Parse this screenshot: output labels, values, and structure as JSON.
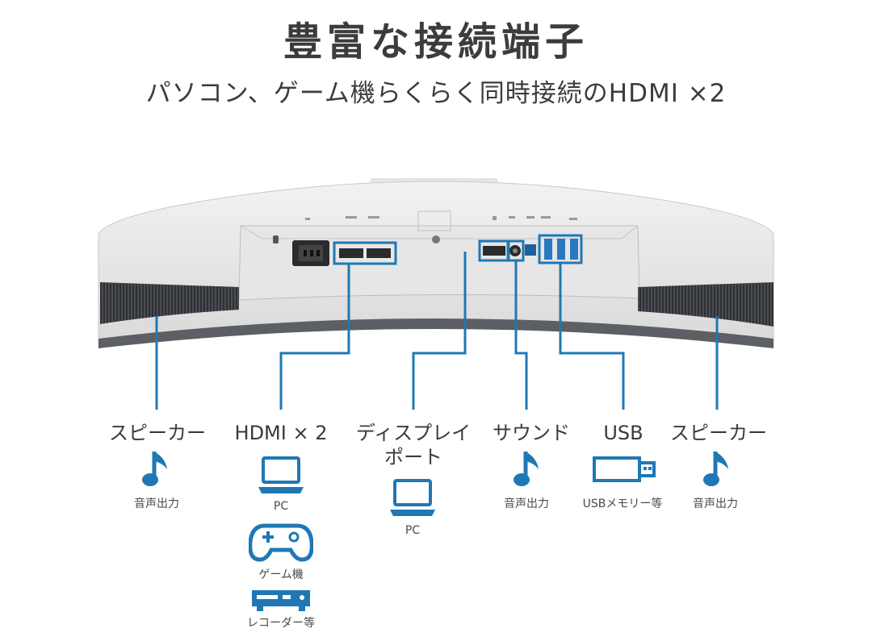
{
  "heading": {
    "title": "豊富な接続端子",
    "subtitle": "パソコン、ゲーム機らくらく同時接続のHDMI ×2"
  },
  "accent_color": "#1f78b4",
  "ports": [
    {
      "label": "スピーカー",
      "icon": "music-note-icon",
      "caption": "音声出力"
    },
    {
      "label": "HDMI × 2",
      "devices": [
        {
          "icon": "laptop-icon",
          "caption": "PC"
        },
        {
          "icon": "gamepad-icon",
          "caption": "ゲーム機"
        },
        {
          "icon": "recorder-icon",
          "caption": "レコーダー等"
        }
      ]
    },
    {
      "label_line1": "ディスプレイ",
      "label_line2": "ポート",
      "icon": "laptop-icon",
      "caption": "PC"
    },
    {
      "label": "サウンド",
      "icon": "music-note-icon",
      "caption": "音声出力"
    },
    {
      "label": "USB",
      "icon": "usb-stick-icon",
      "caption": "USBメモリー等"
    },
    {
      "label": "スピーカー",
      "icon": "music-note-icon",
      "caption": "音声出力"
    }
  ]
}
